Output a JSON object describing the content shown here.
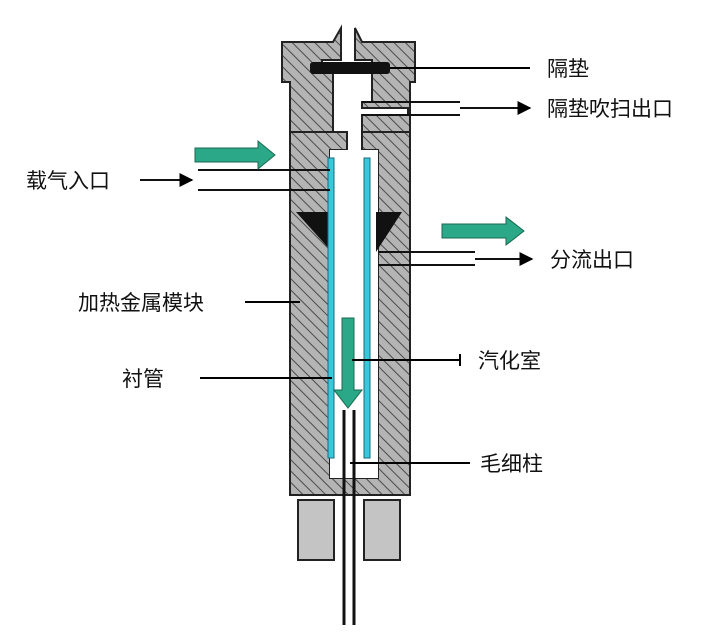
{
  "labels": {
    "septum": "隔垫",
    "septum_purge_outlet": "隔垫吹扫出口",
    "carrier_gas_inlet": "载气入口",
    "split_outlet": "分流出口",
    "heated_metal_block": "加热金属模块",
    "vaporization_chamber": "汽化室",
    "liner": "衬管",
    "capillary_column": "毛细柱"
  },
  "colors": {
    "hatch_fill": "#b4b4b4",
    "liner": "#38c8d8",
    "flow_arrow": "#2aa888",
    "ferrule_gray": "#c4c4c4",
    "septum": "#111111",
    "outline": "#222222"
  }
}
